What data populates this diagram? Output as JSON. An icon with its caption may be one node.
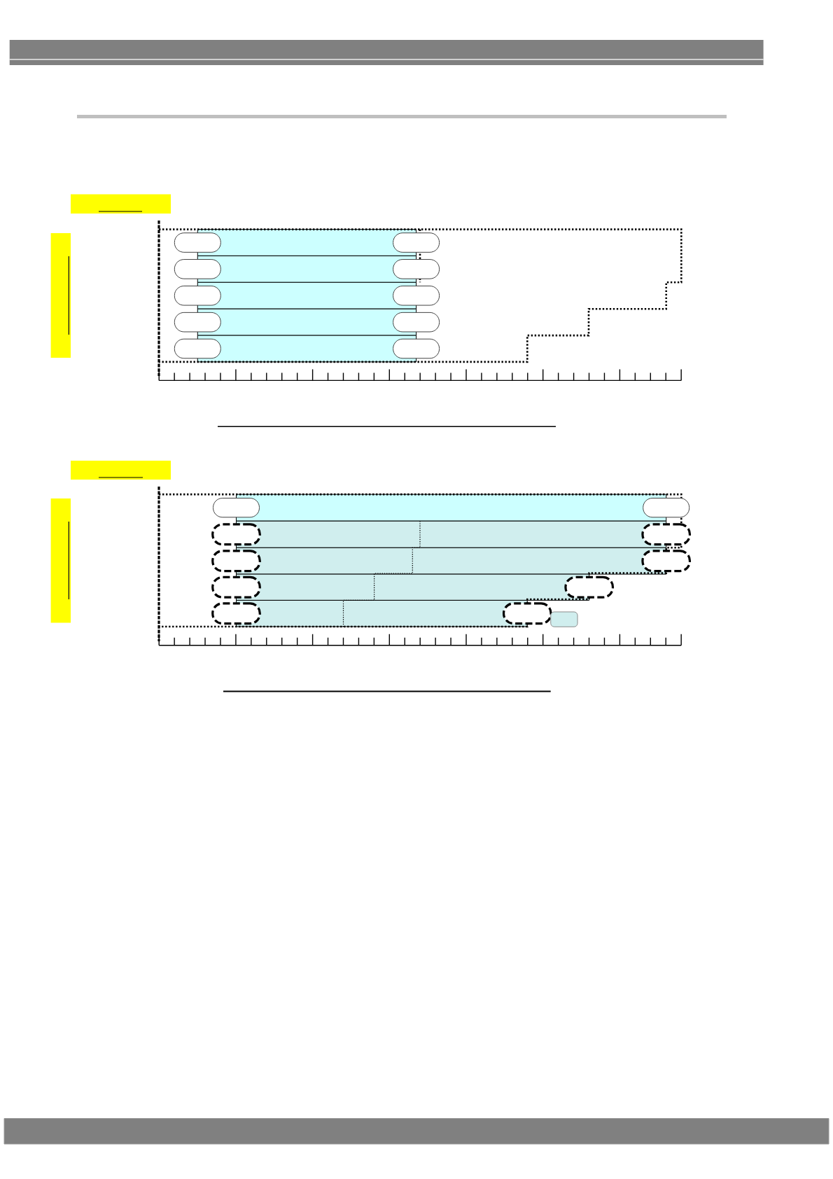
{
  "diagram": {
    "nodes": [
      {
        "text": [],
        "shape": "bar"
      },
      {
        "text": [],
        "shape": "bar"
      },
      {
        "text": [],
        "shape": "pill"
      },
      {
        "text": [],
        "shape": "bar"
      },
      {
        "text": [],
        "shape": "pill"
      },
      {
        "text": [],
        "shape": "pill"
      },
      {
        "text": [],
        "shape": "bar"
      },
      {
        "text": [],
        "shape": "pill"
      },
      {
        "text": [],
        "shape": "pill"
      },
      {
        "text": [],
        "shape": "bar"
      },
      {
        "text": [],
        "shape": "pill"
      },
      {
        "text": [],
        "shape": "pill"
      },
      {
        "text": [],
        "shape": "bar"
      },
      {
        "text": [],
        "shape": "pill"
      },
      {
        "text": [],
        "shape": "pill"
      },
      {
        "text": [],
        "shape": "bar"
      },
      {
        "text": [],
        "shape": "pill"
      },
      {
        "text": [],
        "shape": "bar"
      },
      {
        "text": [],
        "shape": "bar"
      },
      {
        "text": [],
        "shape": "pill"
      },
      {
        "text": [],
        "shape": "bar"
      },
      {
        "text": [],
        "shape": "pill"
      },
      {
        "text": [],
        "shape": "pill"
      },
      {
        "text": [],
        "shape": "bar"
      },
      {
        "text": [],
        "shape": "pill"
      },
      {
        "text": [],
        "shape": "pill"
      },
      {
        "text": [],
        "shape": "bar"
      },
      {
        "text": [],
        "shape": "pill"
      },
      {
        "text": [],
        "shape": "pill"
      },
      {
        "text": [],
        "shape": "bar"
      },
      {
        "text": [],
        "shape": "pill"
      },
      {
        "text": [],
        "shape": "pill"
      },
      {
        "text": [],
        "shape": "bar"
      },
      {
        "text": [],
        "shape": "pill"
      },
      {
        "text": [],
        "shape": "box"
      }
    ]
  }
}
